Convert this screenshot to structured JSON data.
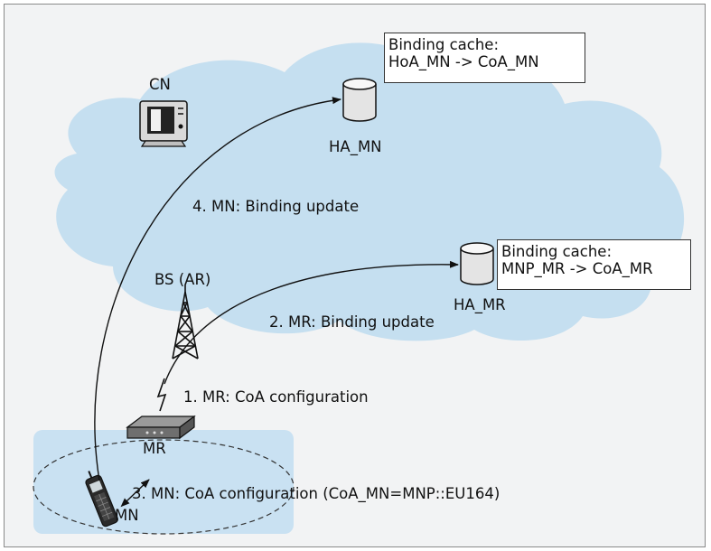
{
  "nodes": {
    "cn": "CN",
    "ha_mn": "HA_MN",
    "ha_mr": "HA_MR",
    "bs": "BS (AR)",
    "mr": "MR",
    "mn": "MN"
  },
  "binding_caches": {
    "ha_mn": {
      "title": "Binding cache:",
      "entry": "HoA_MN -> CoA_MN"
    },
    "ha_mr": {
      "title": "Binding cache:",
      "entry": "MNP_MR -> CoA_MR"
    }
  },
  "steps": {
    "step1": "1. MR: CoA configuration",
    "step2": "2. MR: Binding update",
    "step3": "3. MN: CoA configuration (CoA_MN=MNP::EU164)",
    "step4": "4. MN: Binding update"
  },
  "colors": {
    "cloud": "#c5dff0",
    "mobile_network_area": "#c9e1f2",
    "frame_background": "#f2f3f4",
    "cache_box_border": "#333333",
    "lines": "#111111"
  }
}
